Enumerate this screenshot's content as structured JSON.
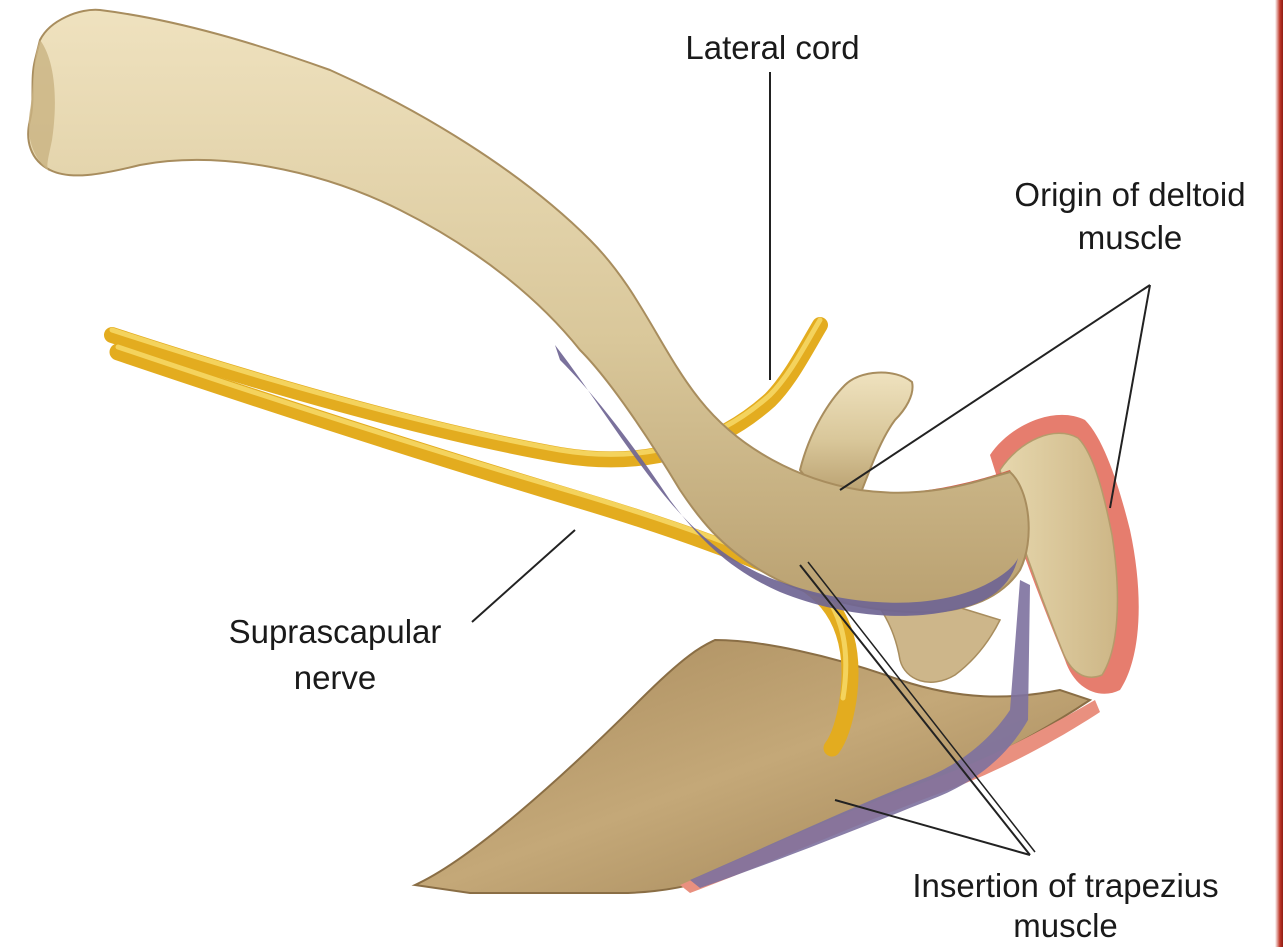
{
  "labels": {
    "lateral_cord": "Lateral cord",
    "origin_deltoid_line1": "Origin of deltoid",
    "origin_deltoid_line2": "muscle",
    "suprascapular_line1": "Suprascapular",
    "suprascapular_line2": "nerve",
    "insertion_trapezius_line1": "Insertion of trapezius",
    "insertion_trapezius_line2": "muscle"
  },
  "colors": {
    "bone": "#d9c79a",
    "bone_shade": "#b49a6a",
    "scapula": "#b99c6c",
    "nerve": "#e8b423",
    "nerve_light": "#f6d35a",
    "deltoid_origin": "#d8554a",
    "trapezius_insertion": "#6e6490",
    "leader_line": "#222222"
  }
}
